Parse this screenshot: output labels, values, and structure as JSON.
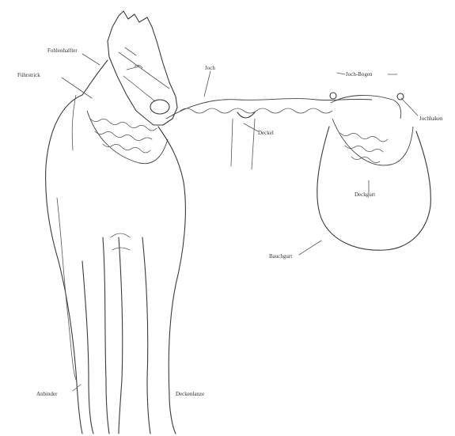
{
  "labels": {
    "halfter_top": "Fohlenhalfter",
    "halfter_left": "Führstrick",
    "rope": "Joch",
    "bow": "Joch-Bogen",
    "hook": "Jochhaken",
    "neck_pad": "Deckel",
    "bag_top": "Deckgurt",
    "bag_bottom": "Bauchgurt",
    "foreleg": "Anbinder",
    "rear_label": "Deckenlanze"
  },
  "colors": {
    "stroke": "#3a3a3a",
    "background": "#ffffff"
  }
}
